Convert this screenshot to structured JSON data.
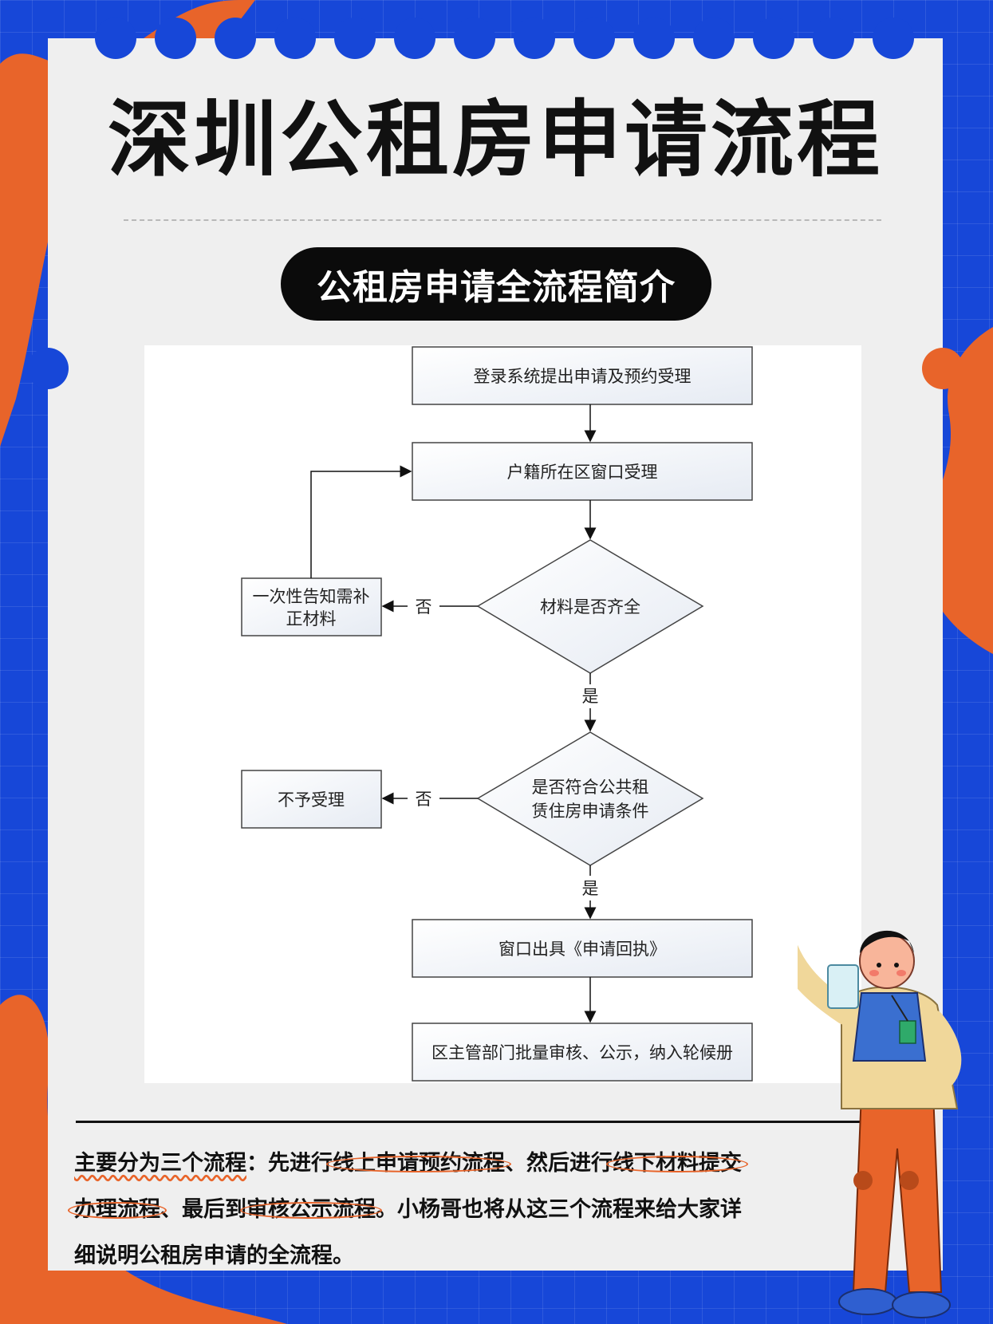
{
  "colors": {
    "accent_blue": "#1747d8",
    "accent_orange": "#e8642a",
    "card": "#efefef"
  },
  "title": "深圳公租房申请流程",
  "subtitle_pill": "公租房申请全流程简介",
  "flowchart": {
    "step1": "登录系统提出申请及预约受理",
    "step2": "户籍所在区窗口受理",
    "decision1": "材料是否齐全",
    "side1_line1": "一次性告知需补",
    "side1_line2": "正材料",
    "no1": "否",
    "yes1": "是",
    "decision2_line1": "是否符合公共租",
    "decision2_line2": "赁住房申请条件",
    "side2": "不予受理",
    "no2": "否",
    "yes2": "是",
    "step3": "窗口出具《申请回执》",
    "step4": "区主管部门批量审核、公示，纳入轮候册"
  },
  "description": {
    "p1": "主要分为三个流程",
    "p2": "：先进行",
    "p3": "线上申请预约流程",
    "p4": "、然后进行",
    "p5": "线下材料提交",
    "p6": "办理流程",
    "p7": "、最后到",
    "p8": "审核公示流程",
    "p9": "。小杨哥也将从这三个流程来给大家详",
    "p10": "细说明公租房申请的全流程。"
  },
  "decor": {
    "mascot": "person-pointing-icon"
  }
}
